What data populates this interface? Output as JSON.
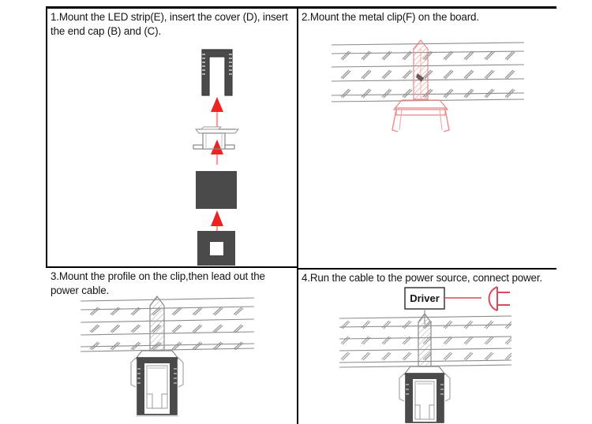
{
  "document": {
    "title": "LED Strip Profile Installation Steps",
    "layout": "2x2 instruction grid",
    "background_color": "#ffffff"
  },
  "colors": {
    "ink": "#151515",
    "rule": "#000000",
    "arrow_red": "#ee2222",
    "arrow_shaft": "#f4a0a0",
    "clip_red": "#f08a8a",
    "clip_red_dark": "#e06a6a",
    "profile_dark": "#4a4a4a",
    "profile_outline": "#2b2b2b",
    "board_line": "#8c8c8c",
    "hatch": "#9a9a9a",
    "plug_red": "#d94a5a"
  },
  "panels": [
    {
      "number": "1",
      "caption": "1.Mount the LED strip(E), insert the cover (D), insert the end cap (B) and (C).",
      "parts": [
        {
          "id": "A",
          "name": "end-cap-u-channel",
          "style": "dark u-shaped extrusion, opening downward"
        },
        {
          "id": "D",
          "name": "cover-lens",
          "style": "thin flat translucent strip"
        },
        {
          "id": "C",
          "name": "end-cap-t-piece",
          "style": "white outlined t-shaped cap"
        },
        {
          "id": "E",
          "name": "led-strip-block",
          "style": "solid dark grey square"
        },
        {
          "id": "B",
          "name": "base-block-with-window",
          "style": "dark grey square with white square window"
        }
      ],
      "arrows": {
        "count": 4,
        "direction": "up",
        "color": "#ee2222"
      }
    },
    {
      "number": "2",
      "caption": "2.Mount the metal clip(F) on the board.",
      "parts": [
        {
          "id": "board",
          "name": "board-cross-section",
          "style": "horizontal hatched board lines"
        },
        {
          "id": "F",
          "name": "metal-clip",
          "style": "red hatched pointed clip with spring legs"
        }
      ]
    },
    {
      "number": "3",
      "caption": "3.Mount the profile on the clip,then lead out the power cable.",
      "parts": [
        {
          "id": "board",
          "name": "board-cross-section",
          "style": "horizontal hatched board lines"
        },
        {
          "id": "F",
          "name": "metal-clip",
          "style": "grey hatched pointed clip"
        },
        {
          "id": "profile",
          "name": "led-profile-assembly",
          "style": "dark rectangular channel with diffuser"
        }
      ]
    },
    {
      "number": "4",
      "caption": "4.Run the cable to the power source, connect power.",
      "parts": [
        {
          "id": "driver",
          "name": "driver-box",
          "label": "Driver"
        },
        {
          "id": "plug",
          "name": "power-plug-icon",
          "style": "red plug with two prongs"
        },
        {
          "id": "cable",
          "name": "power-cable",
          "style": "line from clip to driver"
        },
        {
          "id": "board",
          "name": "board-cross-section"
        },
        {
          "id": "profile",
          "name": "led-profile-assembly"
        }
      ]
    }
  ],
  "labels": {
    "driver": "Driver"
  }
}
